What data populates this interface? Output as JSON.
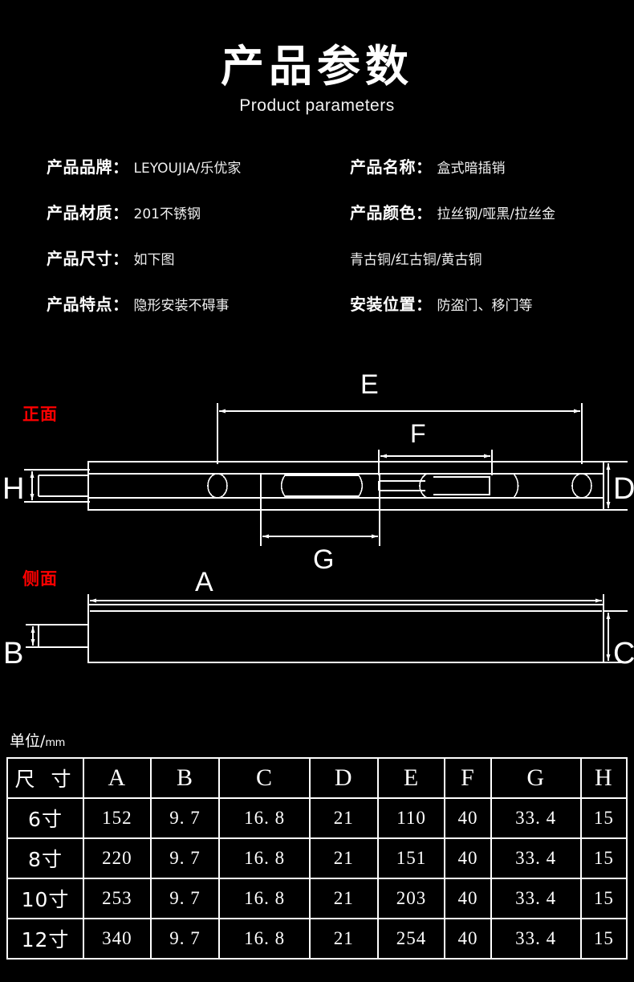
{
  "header": {
    "title": "产品参数",
    "subtitle": "Product parameters"
  },
  "specs": {
    "left": [
      {
        "label": "产品品牌：",
        "value": "LEYOUJIA/乐优家"
      },
      {
        "label": "产品材质：",
        "value": "201不锈钢"
      },
      {
        "label": "产品尺寸：",
        "value": "如下图"
      },
      {
        "label": "产品特点：",
        "value": "隐形安装不碍事"
      }
    ],
    "right": [
      {
        "label": "产品名称：",
        "value": "盒式暗插销"
      },
      {
        "label": "产品颜色：",
        "value": "拉丝钢/哑黑/拉丝金"
      },
      {
        "label": "",
        "value": "青古铜/红古铜/黄古铜"
      },
      {
        "label": "安装位置：",
        "value": "防盗门、移门等"
      }
    ]
  },
  "drawing": {
    "front_view_label": "正面",
    "side_view_label": "侧面",
    "front_dims": [
      "E",
      "F",
      "G",
      "H",
      "D"
    ],
    "side_dims": [
      "A",
      "B",
      "C"
    ],
    "letters": {
      "A": "A",
      "B": "B",
      "C": "C",
      "D": "D",
      "E": "E",
      "F": "F",
      "G": "G",
      "H": "H"
    },
    "line_color": "#ffffff",
    "label_color": "#ff0000"
  },
  "unit_note": {
    "text": "单位/",
    "unit": "mm"
  },
  "table": {
    "columns": [
      "尺 寸",
      "A",
      "B",
      "C",
      "D",
      "E",
      "F",
      "G",
      "H"
    ],
    "rows": [
      {
        "size": "6寸",
        "values": [
          "152",
          "9. 7",
          "16. 8",
          "21",
          "110",
          "40",
          "33. 4",
          "15"
        ]
      },
      {
        "size": "8寸",
        "values": [
          "220",
          "9. 7",
          "16. 8",
          "21",
          "151",
          "40",
          "33. 4",
          "15"
        ]
      },
      {
        "size": "10寸",
        "values": [
          "253",
          "9. 7",
          "16. 8",
          "21",
          "203",
          "40",
          "33. 4",
          "15"
        ]
      },
      {
        "size": "12寸",
        "values": [
          "340",
          "9. 7",
          "16. 8",
          "21",
          "254",
          "40",
          "33. 4",
          "15"
        ]
      }
    ]
  }
}
